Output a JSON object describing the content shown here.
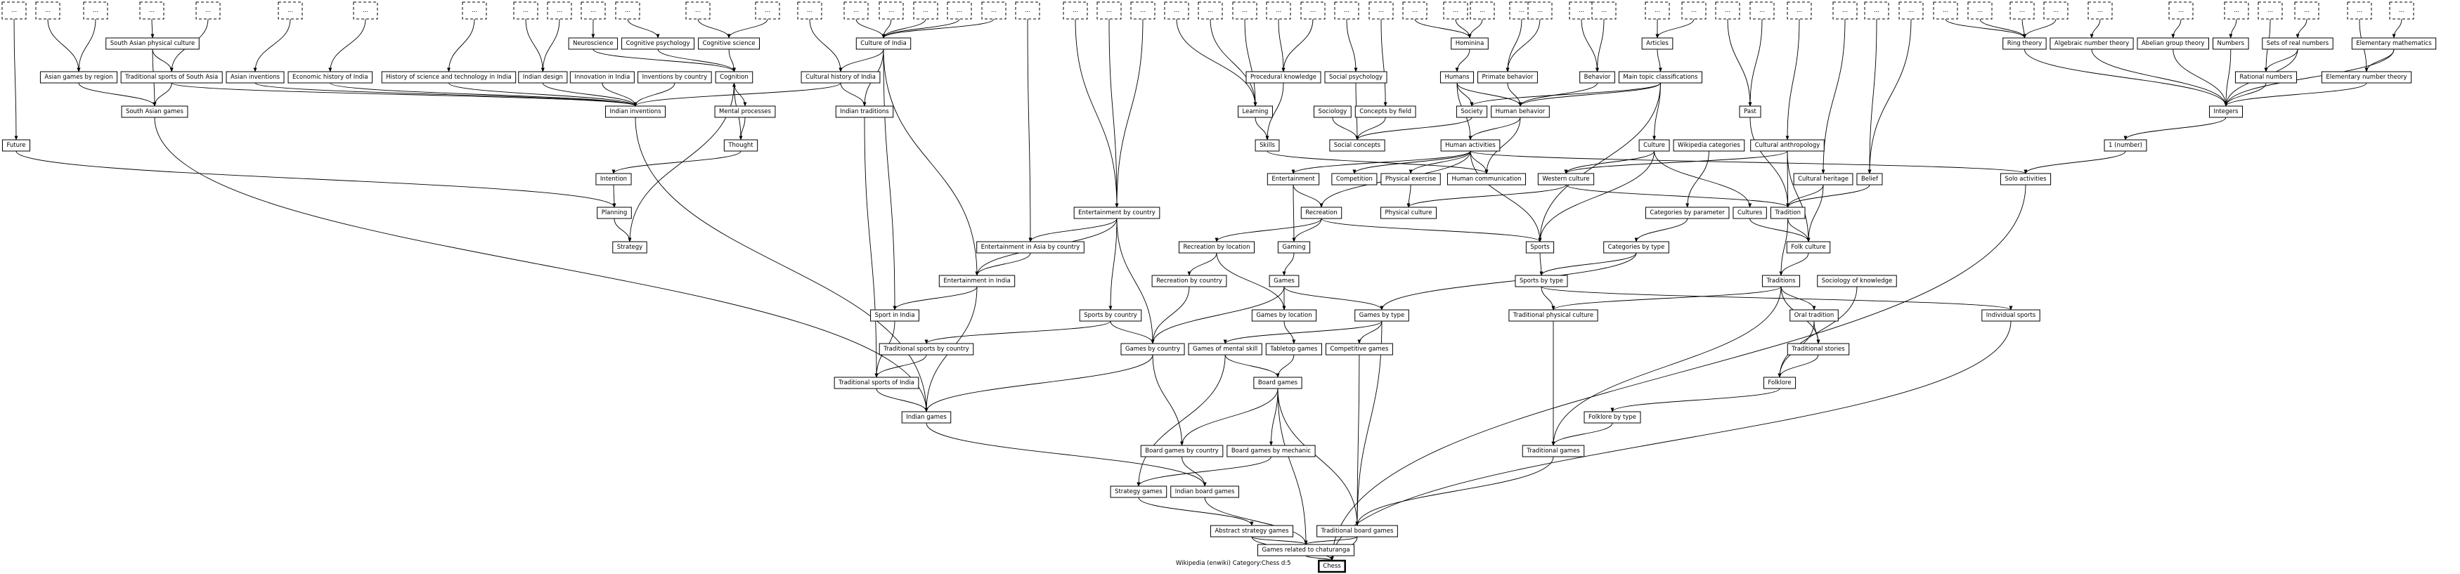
{
  "caption": "Wikipedia (enwiki) Category:Chess d:5",
  "stub_label": "...",
  "root": "Chess",
  "nodes": [
    "South Asian physical culture",
    "Asian games by region",
    "Traditional sports of South Asia",
    "Asian inventions",
    "Economic history of India",
    "History of science and technology in India",
    "Indian design",
    "Innovation in India",
    "Inventions by country",
    "Neuroscience",
    "Cognitive psychology",
    "Cognitive science",
    "Cognition",
    "Culture of India",
    "Cultural history of India",
    "South Asian games",
    "Indian inventions",
    "Mental processes",
    "Indian traditions",
    "Future",
    "Thought",
    "Intention",
    "Planning",
    "Strategy",
    "Procedural knowledge",
    "Social psychology",
    "Learning",
    "Sociology",
    "Concepts by field",
    "Skills",
    "Social concepts",
    "Hominina",
    "Humans",
    "Primate behavior",
    "Behavior",
    "Articles",
    "Main topic classifications",
    "Society",
    "Human behavior",
    "Past",
    "Human activities",
    "Culture",
    "Wikipedia categories",
    "Cultural anthropology",
    "Entertainment",
    "Competition",
    "Physical exercise",
    "Human communication",
    "Western culture",
    "Cultural heritage",
    "Belief",
    "Recreation",
    "Physical culture",
    "Categories by parameter",
    "Cultures",
    "Tradition",
    "Entertainment by country",
    "Entertainment in Asia by country",
    "Recreation by location",
    "Gaming",
    "Sports",
    "Categories by type",
    "Folk culture",
    "Entertainment in India",
    "Recreation by country",
    "Games",
    "Sports by type",
    "Traditions",
    "Sociology of knowledge",
    "Sport in India",
    "Sports by country",
    "Games by location",
    "Games by type",
    "Traditional physical culture",
    "Oral tradition",
    "Individual sports",
    "Traditional sports by country",
    "Games by country",
    "Games of mental skill",
    "Tabletop games",
    "Competitive games",
    "Traditional stories",
    "Traditional sports of India",
    "Board games",
    "Folklore",
    "Indian games",
    "Board games by country",
    "Board games by mechanic",
    "Folklore by type",
    "Strategy games",
    "Indian board games",
    "Traditional games",
    "Abstract strategy games",
    "Traditional board games",
    "Games related to chaturanga",
    "Chess",
    "Ring theory",
    "Algebraic number theory",
    "Abelian group theory",
    "Numbers",
    "Sets of real numbers",
    "Elementary mathematics",
    "Rational numbers",
    "Elementary number theory",
    "Integers",
    "1 (number)",
    "Solo activities"
  ],
  "edges": [
    [
      "South Asian physical culture",
      "Traditional sports of South Asia"
    ],
    [
      "South Asian physical culture",
      "South Asian games"
    ],
    [
      "Asian games by region",
      "South Asian games"
    ],
    [
      "Traditional sports of South Asia",
      "South Asian games"
    ],
    [
      "Traditional sports of South Asia",
      "Indian inventions"
    ],
    [
      "Asian inventions",
      "Indian inventions"
    ],
    [
      "Economic history of India",
      "Indian inventions"
    ],
    [
      "History of science and technology in India",
      "Indian inventions"
    ],
    [
      "Indian design",
      "Indian inventions"
    ],
    [
      "Innovation in India",
      "Indian inventions"
    ],
    [
      "Inventions by country",
      "Indian inventions"
    ],
    [
      "Cultural history of India",
      "Indian inventions"
    ],
    [
      "Neuroscience",
      "Cognition"
    ],
    [
      "Cognitive psychology",
      "Cognition"
    ],
    [
      "Cognitive science",
      "Cognition"
    ],
    [
      "Cognition",
      "Mental processes"
    ],
    [
      "Cognition",
      "Strategy"
    ],
    [
      "Mental processes",
      "Thought"
    ],
    [
      "Thought",
      "Cognition"
    ],
    [
      "Thought",
      "Intention"
    ],
    [
      "Intention",
      "Planning"
    ],
    [
      "Planning",
      "Strategy"
    ],
    [
      "Culture of India",
      "Cultural history of India"
    ],
    [
      "Culture of India",
      "Indian traditions"
    ],
    [
      "Cultural history of India",
      "Indian traditions"
    ],
    [
      "Culture of India",
      "Entertainment in India"
    ],
    [
      "Culture of India",
      "Sport in India"
    ],
    [
      "Indian traditions",
      "Traditional sports of India"
    ],
    [
      "South Asian games",
      "Indian games"
    ],
    [
      "Indian inventions",
      "Indian games"
    ],
    [
      "Future",
      "Planning"
    ],
    [
      "Procedural knowledge",
      "Skills"
    ],
    [
      "Learning",
      "Skills"
    ],
    [
      "Social psychology",
      "Social concepts"
    ],
    [
      "Sociology",
      "Social concepts"
    ],
    [
      "Concepts by field",
      "Social concepts"
    ],
    [
      "Hominina",
      "Humans"
    ],
    [
      "Humans",
      "Society"
    ],
    [
      "Humans",
      "Human behavior"
    ],
    [
      "Humans",
      "Human activities"
    ],
    [
      "Primate behavior",
      "Human behavior"
    ],
    [
      "Behavior",
      "Human behavior"
    ],
    [
      "Articles",
      "Main topic classifications"
    ],
    [
      "Main topic classifications",
      "Society"
    ],
    [
      "Main topic classifications",
      "Human behavior"
    ],
    [
      "Main topic classifications",
      "Culture"
    ],
    [
      "Main topic classifications",
      "Sports"
    ],
    [
      "Society",
      "Social concepts"
    ],
    [
      "Human behavior",
      "Human activities"
    ],
    [
      "Human behavior",
      "Human communication"
    ],
    [
      "Human activities",
      "Entertainment"
    ],
    [
      "Human activities",
      "Competition"
    ],
    [
      "Human activities",
      "Physical exercise"
    ],
    [
      "Human activities",
      "Human communication"
    ],
    [
      "Human activities",
      "Recreation"
    ],
    [
      "Human activities",
      "Sports"
    ],
    [
      "Skills",
      "Human communication"
    ],
    [
      "Culture",
      "Western culture"
    ],
    [
      "Culture",
      "Cultures"
    ],
    [
      "Culture",
      "Sports"
    ],
    [
      "Cultural anthropology",
      "Western culture"
    ],
    [
      "Cultural anthropology",
      "Tradition"
    ],
    [
      "Cultural anthropology",
      "Folk culture"
    ],
    [
      "Wikipedia categories",
      "Categories by parameter"
    ],
    [
      "Past",
      "Tradition"
    ],
    [
      "Cultural heritage",
      "Tradition"
    ],
    [
      "Cultural heritage",
      "Folk culture"
    ],
    [
      "Belief",
      "Tradition"
    ],
    [
      "Western culture",
      "Tradition"
    ],
    [
      "Western culture",
      "Physical culture"
    ],
    [
      "Physical exercise",
      "Physical culture"
    ],
    [
      "Entertainment",
      "Recreation"
    ],
    [
      "Entertainment",
      "Gaming"
    ],
    [
      "Recreation",
      "Gaming"
    ],
    [
      "Recreation",
      "Recreation by location"
    ],
    [
      "Recreation",
      "Sports"
    ],
    [
      "Categories by parameter",
      "Categories by type"
    ],
    [
      "Cultures",
      "Folk culture"
    ],
    [
      "Tradition",
      "Folk culture"
    ],
    [
      "Tradition",
      "Traditions"
    ],
    [
      "Folk culture",
      "Traditions"
    ],
    [
      "Entertainment by country",
      "Entertainment in Asia by country"
    ],
    [
      "Entertainment by country",
      "Entertainment in India"
    ],
    [
      "Entertainment by country",
      "Sports by country"
    ],
    [
      "Entertainment by country",
      "Games by country"
    ],
    [
      "Entertainment in Asia by country",
      "Entertainment in India"
    ],
    [
      "Recreation by location",
      "Recreation by country"
    ],
    [
      "Recreation by location",
      "Games by location"
    ],
    [
      "Gaming",
      "Games"
    ],
    [
      "Sports",
      "Sports by type"
    ],
    [
      "Categories by type",
      "Sports by type"
    ],
    [
      "Categories by type",
      "Games by type"
    ],
    [
      "Entertainment in India",
      "Sport in India"
    ],
    [
      "Entertainment in India",
      "Indian games"
    ],
    [
      "Recreation by country",
      "Games by country"
    ],
    [
      "Games",
      "Games by location"
    ],
    [
      "Games",
      "Games by type"
    ],
    [
      "Games",
      "Games by country"
    ],
    [
      "Sports by type",
      "Individual sports"
    ],
    [
      "Sports by type",
      "Traditional physical culture"
    ],
    [
      "Traditions",
      "Traditional physical culture"
    ],
    [
      "Traditions",
      "Oral tradition"
    ],
    [
      "Traditions",
      "Traditional stories"
    ],
    [
      "Traditions",
      "Traditional games"
    ],
    [
      "Sociology of knowledge",
      "Folklore"
    ],
    [
      "Oral tradition",
      "Traditional stories"
    ],
    [
      "Oral tradition",
      "Folklore"
    ],
    [
      "Traditional stories",
      "Folklore"
    ],
    [
      "Folklore",
      "Folklore by type"
    ],
    [
      "Sport in India",
      "Traditional sports of India"
    ],
    [
      "Sports by country",
      "Traditional sports by country"
    ],
    [
      "Sports by country",
      "Games by country"
    ],
    [
      "Traditional sports by country",
      "Traditional sports of India"
    ],
    [
      "Traditional sports of India",
      "Indian games"
    ],
    [
      "Games by country",
      "Indian games"
    ],
    [
      "Games by country",
      "Board games by country"
    ],
    [
      "Games by location",
      "Tabletop games"
    ],
    [
      "Games by type",
      "Games of mental skill"
    ],
    [
      "Games by type",
      "Competitive games"
    ],
    [
      "Games by type",
      "Traditional board games"
    ],
    [
      "Games of mental skill",
      "Board games"
    ],
    [
      "Games of mental skill",
      "Strategy games"
    ],
    [
      "Tabletop games",
      "Board games"
    ],
    [
      "Board games",
      "Board games by country"
    ],
    [
      "Board games",
      "Board games by mechanic"
    ],
    [
      "Board games",
      "Games related to chaturanga"
    ],
    [
      "Board games",
      "Traditional board games"
    ],
    [
      "Board games by country",
      "Indian board games"
    ],
    [
      "Board games by mechanic",
      "Strategy games"
    ],
    [
      "Indian games",
      "Indian board games"
    ],
    [
      "Strategy games",
      "Abstract strategy games"
    ],
    [
      "Indian board games",
      "Games related to chaturanga"
    ],
    [
      "Traditional physical culture",
      "Traditional games"
    ],
    [
      "Folklore by type",
      "Traditional games"
    ],
    [
      "Traditional games",
      "Traditional board games"
    ],
    [
      "Competitive games",
      "Traditional board games"
    ],
    [
      "Abstract strategy games",
      "Games related to chaturanga"
    ],
    [
      "Abstract strategy games",
      "Chess"
    ],
    [
      "Traditional board games",
      "Games related to chaturanga"
    ],
    [
      "Traditional board games",
      "Chess"
    ],
    [
      "Games related to chaturanga",
      "Chess"
    ],
    [
      "Individual sports",
      "Chess"
    ],
    [
      "Ring theory",
      "Integers"
    ],
    [
      "Algebraic number theory",
      "Integers"
    ],
    [
      "Abelian group theory",
      "Integers"
    ],
    [
      "Numbers",
      "Integers"
    ],
    [
      "Sets of real numbers",
      "Rational numbers"
    ],
    [
      "Sets of real numbers",
      "Integers"
    ],
    [
      "Elementary mathematics",
      "Elementary number theory"
    ],
    [
      "Elementary mathematics",
      "Integers"
    ],
    [
      "Rational numbers",
      "Integers"
    ],
    [
      "Elementary number theory",
      "Integers"
    ],
    [
      "Integers",
      "1 (number)"
    ],
    [
      "1 (number)",
      "Solo activities"
    ],
    [
      "Solo activities",
      "Chess"
    ],
    [
      "Human activities",
      "Solo activities"
    ]
  ]
}
